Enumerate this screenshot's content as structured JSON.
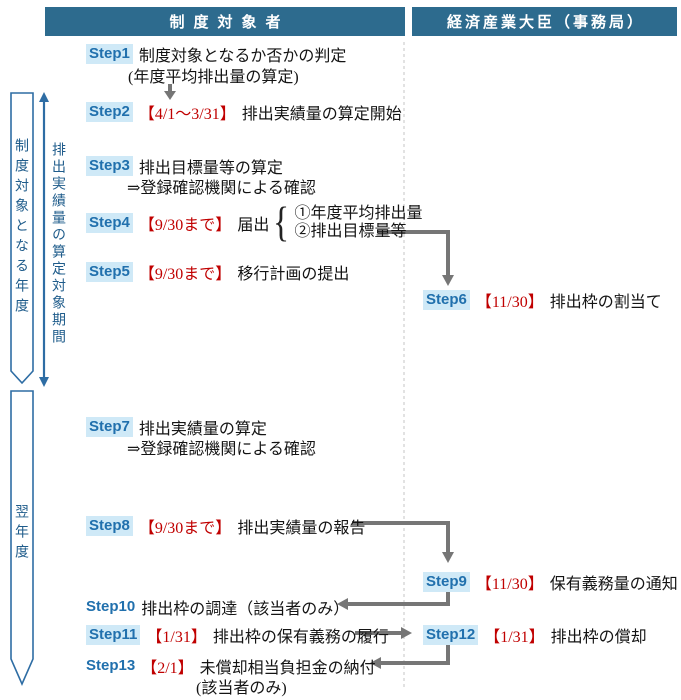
{
  "header": {
    "left": "制度対象者",
    "right": "経済産業大臣（事務局）"
  },
  "sidebar": {
    "year_block_1": "制度対象となる年度",
    "measure_period": "排出実績量の算定対象期間",
    "year_block_2": "翌年度"
  },
  "steps": [
    {
      "id": "Step1",
      "date": "",
      "text": "制度対象となるか否かの判定",
      "sub": "(年度平均排出量の算定)"
    },
    {
      "id": "Step2",
      "date": "【4/1～3/31】",
      "text": "排出実績量の算定開始"
    },
    {
      "id": "Step3",
      "date": "",
      "text": "排出目標量等の算定",
      "sub": "⇒登録確認機関による確認"
    },
    {
      "id": "Step4",
      "date": "【9/30まで】",
      "text": "届出",
      "items": [
        "①年度平均排出量",
        "②排出目標量等"
      ]
    },
    {
      "id": "Step5",
      "date": "【9/30まで】",
      "text": "移行計画の提出"
    },
    {
      "id": "Step6",
      "date": "【11/30】",
      "text": "排出枠の割当て"
    },
    {
      "id": "Step7",
      "date": "",
      "text": "排出実績量の算定",
      "sub": "⇒登録確認機関による確認"
    },
    {
      "id": "Step8",
      "date": "【9/30まで】",
      "text": "排出実績量の報告"
    },
    {
      "id": "Step9",
      "date": "【11/30】",
      "text": "保有義務量の通知"
    },
    {
      "id": "Step10",
      "date": "",
      "text": "排出枠の調達（該当者のみ）"
    },
    {
      "id": "Step11",
      "date": "【1/31】",
      "text": "排出枠の保有義務の履行"
    },
    {
      "id": "Step12",
      "date": "【1/31】",
      "text": "排出枠の償却"
    },
    {
      "id": "Step13",
      "date": "【2/1】",
      "text": "未償却相当負担金の納付",
      "sub": "(該当者のみ)"
    }
  ],
  "colors": {
    "header_bg": "#2d6b8e",
    "accent_blue": "#2e6da4",
    "step_label_blue": "#2170ad",
    "step_highlight": "#cfe9f7",
    "date_red": "#c00000",
    "arrow_gray": "#767676"
  }
}
